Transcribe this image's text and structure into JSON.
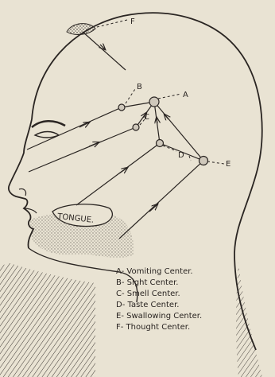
{
  "diagram": {
    "point_labels": {
      "A": "A",
      "B": "B",
      "C": "C",
      "D": "D",
      "E": "E",
      "F": "F"
    },
    "tongue_label": "TONGUE.",
    "legend": [
      "A- Vomiting Center.",
      "B- Sight Center.",
      "C- Smell Center.",
      "D- Taste Center.",
      "E- Swallowing Center.",
      "F- Thought Center."
    ],
    "colors": {
      "paper": "#e9e3d3",
      "ink": "#2a2522",
      "node_fill": "#cfc8bb"
    }
  }
}
